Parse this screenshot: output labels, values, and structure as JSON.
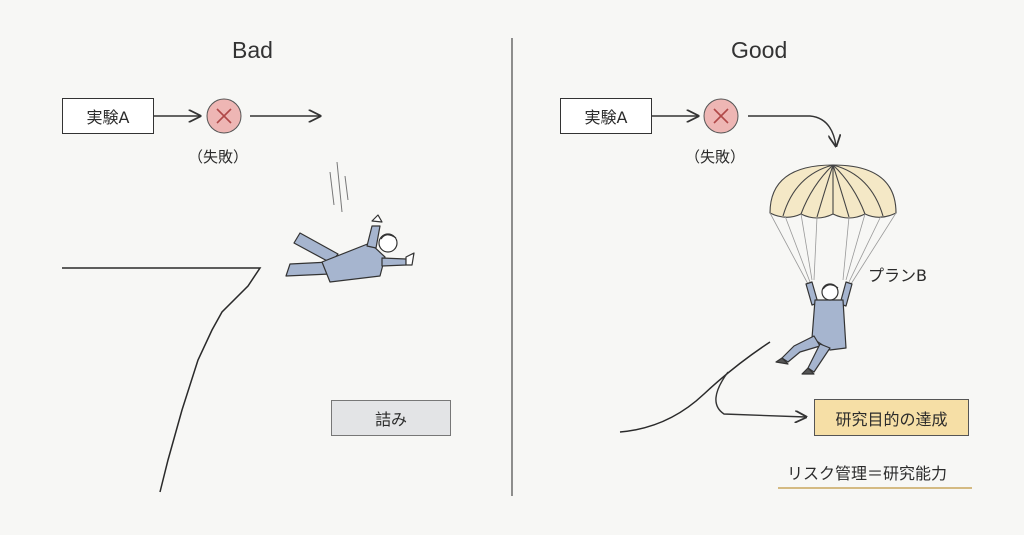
{
  "bad": {
    "title": "Bad",
    "experiment": "実験A",
    "failure": "（失敗）",
    "outcome": "詰み"
  },
  "good": {
    "title": "Good",
    "experiment": "実験A",
    "failure": "（失敗）",
    "plan": "プランB",
    "outcome": "研究目的の達成",
    "summary": "リスク管理＝研究能力"
  },
  "colors": {
    "fail_circle": "#eeb6b4",
    "fail_x": "#b04848",
    "outcome_bad_bg": "#e3e4e6",
    "outcome_good_bg": "#f6dfa6",
    "parachute": "#f4e8c6",
    "suit": "#a6b5cf",
    "summary_underline": "#c9a55c"
  },
  "icons": [
    "cross-icon",
    "arrow-icon",
    "parachute-icon",
    "falling-person-icon",
    "parachuting-person-icon",
    "cliff-icon",
    "slope-icon"
  ]
}
